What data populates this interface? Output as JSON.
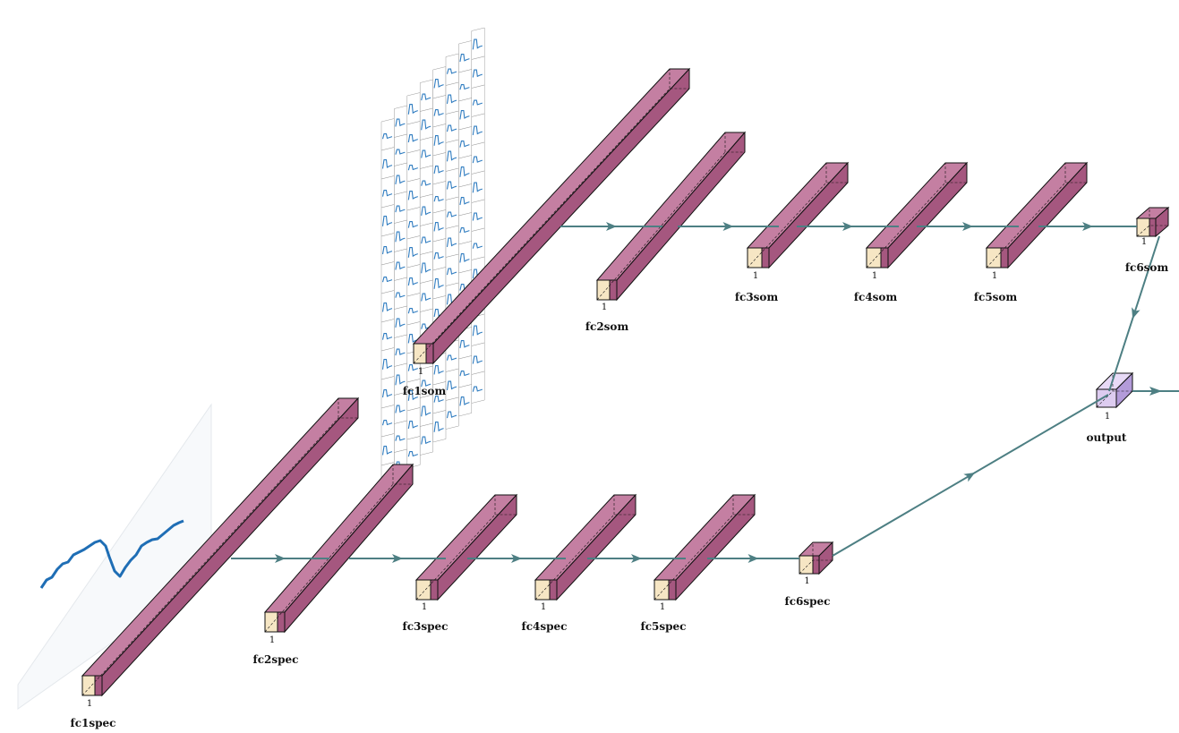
{
  "diagram": {
    "colors": {
      "front": "#f6e6c4",
      "side": "#a5577f",
      "top": "#c47fa2",
      "edge": "#111111",
      "arrow": "#4d7f83",
      "output_front": "#d9c6ee",
      "output_side": "#b39bd9",
      "output_top": "#e8daf7",
      "signal": "#1f6eb5",
      "grid_line": "#2f7cc0"
    },
    "dim_label": "1",
    "layers": [
      {
        "id": "fc1spec",
        "label": "fc1spec"
      },
      {
        "id": "fc2spec",
        "label": "fc2spec"
      },
      {
        "id": "fc3spec",
        "label": "fc3spec"
      },
      {
        "id": "fc4spec",
        "label": "fc4spec"
      },
      {
        "id": "fc5spec",
        "label": "fc5spec"
      },
      {
        "id": "fc6spec",
        "label": "fc6spec"
      },
      {
        "id": "fc1som",
        "label": "fc1som"
      },
      {
        "id": "fc2som",
        "label": "fc2som"
      },
      {
        "id": "fc3som",
        "label": "fc3som"
      },
      {
        "id": "fc4som",
        "label": "fc4som"
      },
      {
        "id": "fc5som",
        "label": "fc5som"
      },
      {
        "id": "fc6som",
        "label": "fc6som"
      },
      {
        "id": "output",
        "label": "output"
      }
    ]
  }
}
